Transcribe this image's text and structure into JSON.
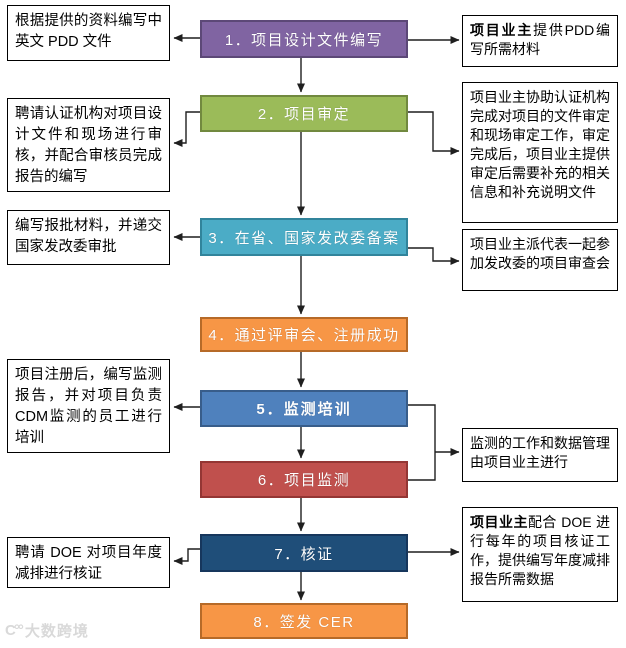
{
  "flow": {
    "steps": [
      {
        "label": "1．项目设计文件编写",
        "fill": "#8064A2",
        "border": "#5C4877"
      },
      {
        "label": "2．项目审定",
        "fill": "#9BBB59",
        "border": "#71893F"
      },
      {
        "label": "3．在省、国家发改委备案",
        "fill": "#4BACC6",
        "border": "#31849B"
      },
      {
        "label": "4．通过评审会、注册成功",
        "fill": "#F79646",
        "border": "#B66A28"
      },
      {
        "label": "5．监测培训",
        "fill": "#4F81BD",
        "border": "#385D8A"
      },
      {
        "label": "6．项目监测",
        "fill": "#C0504D",
        "border": "#943634"
      },
      {
        "label": "7．核证",
        "fill": "#1F4E79",
        "border": "#16365C"
      },
      {
        "label": "8．签发 CER",
        "fill": "#F79646",
        "border": "#B66A28"
      }
    ],
    "left_notes": [
      {
        "text": "根据提供的资料编写中英文 PDD 文件"
      },
      {
        "text": "聘请认证机构对项目设计文件和现场进行审核，并配合审核员完成报告的编写"
      },
      {
        "text": "编写报批材料，并递交国家发改委审批"
      },
      {
        "text": "项目注册后，编写监测报告，并对项目负责CDM监测的员工进行培训"
      },
      {
        "text": "聘请 DOE 对项目年度减排进行核证"
      }
    ],
    "right_notes": [
      {
        "bold": "项目业主",
        "text": "提供PDD编写所需材料"
      },
      {
        "bold": "",
        "text": "项目业主协助认证机构完成对项目的文件审定和现场审定工作，审定完成后，项目业主提供审定后需要补充的相关信息和补充说明文件"
      },
      {
        "bold": "",
        "text": "项目业主派代表一起参加发改委的项目审查会"
      },
      {
        "bold": "",
        "text": "监测的工作和数据管理由项目业主进行"
      },
      {
        "bold": "项目业主",
        "text": "配合 DOE 进行每年的项目核证工作，提供编写年度减排报告所需数据"
      }
    ]
  },
  "watermark": {
    "icon_glyph": "C°°",
    "text": "大数跨境"
  },
  "colors": {
    "connector": "#1F1F1F",
    "note_border": "#000000",
    "background": "#FFFFFF"
  }
}
